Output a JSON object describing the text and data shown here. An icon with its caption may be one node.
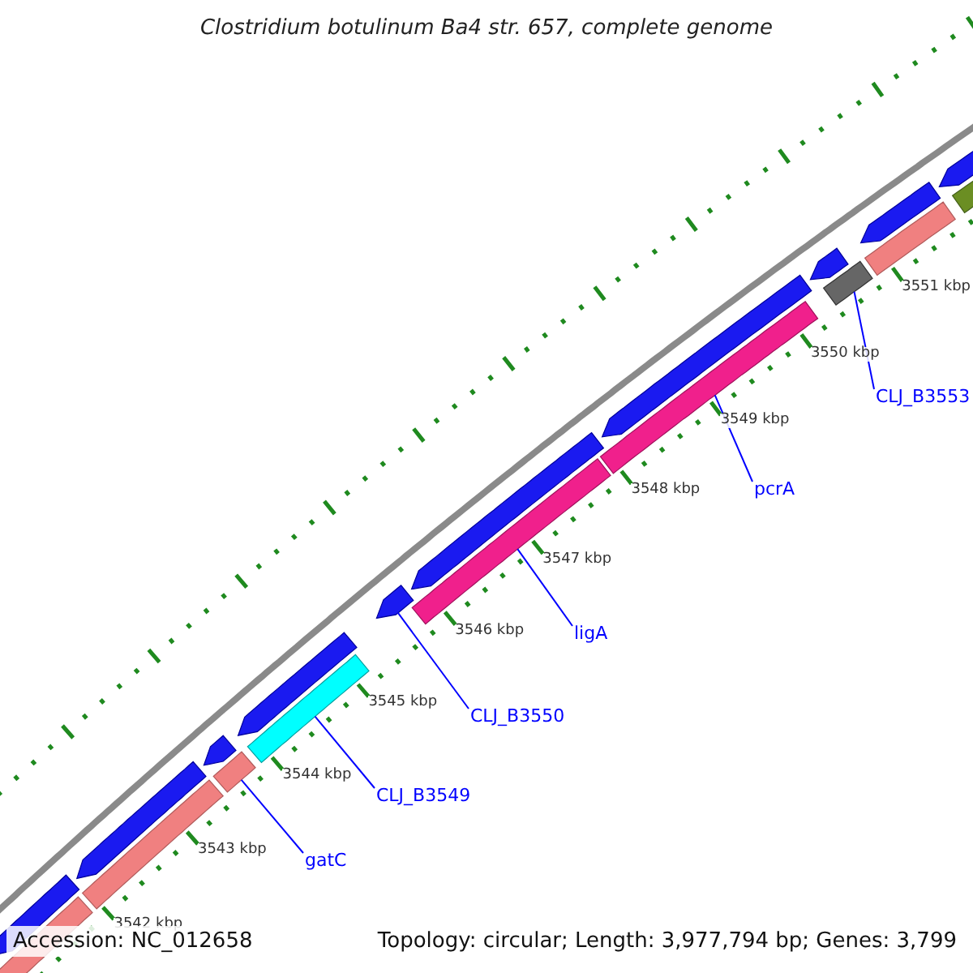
{
  "diagram": {
    "title": "Clostridium botulinum Ba4 str. 657, complete genome",
    "nodes": [
      {
        "text": [
          "CLJ_B3553"
        ]
      },
      {
        "text": [
          "pcrA"
        ]
      },
      {
        "text": [
          "ligA"
        ]
      },
      {
        "text": [
          "CLJ_B3550"
        ]
      },
      {
        "text": [
          "CLJ_B3549"
        ]
      },
      {
        "text": [
          "gatC"
        ]
      },
      {
        "text": [],
        "shape": "bar"
      },
      {
        "text": [],
        "shape": "bar"
      },
      {
        "text": [],
        "shape": "bar"
      },
      {
        "text": [],
        "shape": "bar"
      },
      {
        "text": [],
        "shape": "bar"
      },
      {
        "text": [],
        "shape": "bar"
      },
      {
        "text": [],
        "shape": "bar"
      },
      {
        "text": [],
        "shape": "bar"
      },
      {
        "text": [],
        "shape": "bar"
      },
      {
        "text": [],
        "shape": "bar"
      },
      {
        "text": [],
        "shape": "bar"
      },
      {
        "text": [],
        "shape": "bar"
      },
      {
        "text": [],
        "shape": "bar"
      },
      {
        "text": [],
        "shape": "bar"
      },
      {
        "text": [],
        "shape": "bar"
      },
      {
        "text": [],
        "shape": "bar"
      },
      {
        "text": [],
        "shape": "bar"
      },
      {
        "text": [],
        "shape": "bar"
      },
      {
        "text": [],
        "shape": "bar"
      }
    ],
    "edges": [
      {
        "from": 0,
        "to": 6,
        "arrow": "none"
      },
      {
        "from": 1,
        "to": 7,
        "arrow": "none"
      },
      {
        "from": 2,
        "to": 8,
        "arrow": "none"
      },
      {
        "from": 3,
        "to": 9,
        "arrow": "none"
      },
      {
        "from": 4,
        "to": 10,
        "arrow": "none"
      },
      {
        "from": 5,
        "to": 11,
        "arrow": "none"
      }
    ],
    "labels": [
      "3551 kbp",
      "3550 kbp",
      "3549 kbp",
      "3548 kbp",
      "3547 kbp",
      "3546 kbp",
      "3545 kbp",
      "3544 kbp",
      "3543 kbp",
      "3542 kbp",
      "Accession: NC_012658",
      "Topology: circular; Length: 3,977,794 bp; Genes: 3,799"
    ]
  }
}
